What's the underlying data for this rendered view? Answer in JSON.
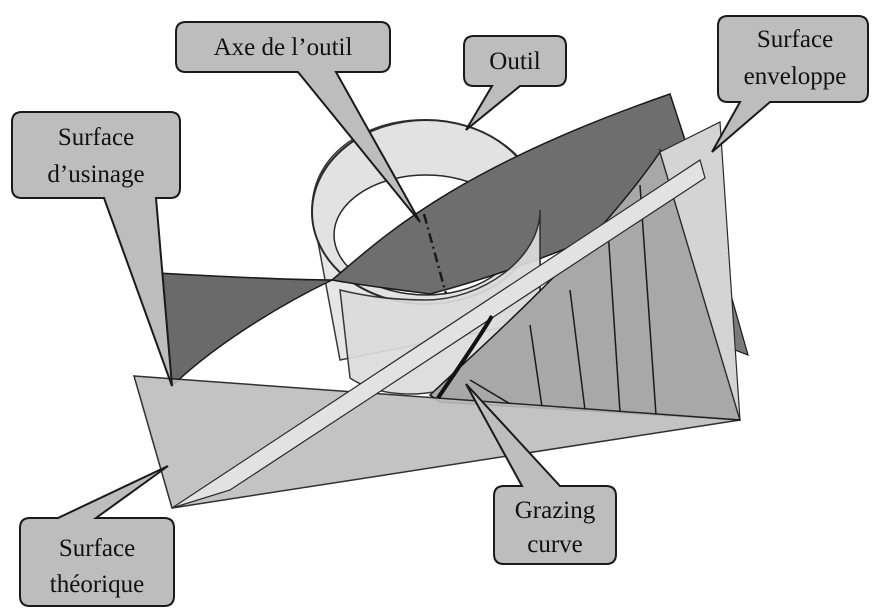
{
  "labels": {
    "axe_outil": "Axe de l’outil",
    "outil": "Outil",
    "surface_enveloppe_line1": "Surface",
    "surface_enveloppe_line2": "enveloppe",
    "surface_usinage_line1": "Surface",
    "surface_usinage_line2": "d’usinage",
    "surface_theorique_line1": "Surface",
    "surface_theorique_line2": "théorique",
    "grazing_line1": "Grazing",
    "grazing_line2": "curve"
  },
  "colors": {
    "callout_fill": "#bdbdbd",
    "callout_stroke": "#1a1a1a",
    "dark_surface": "#6e6e6e",
    "medium_surface": "#a8a8a8",
    "light_surface": "#d6d6d6",
    "tool_fill": "#e4e4e4"
  }
}
